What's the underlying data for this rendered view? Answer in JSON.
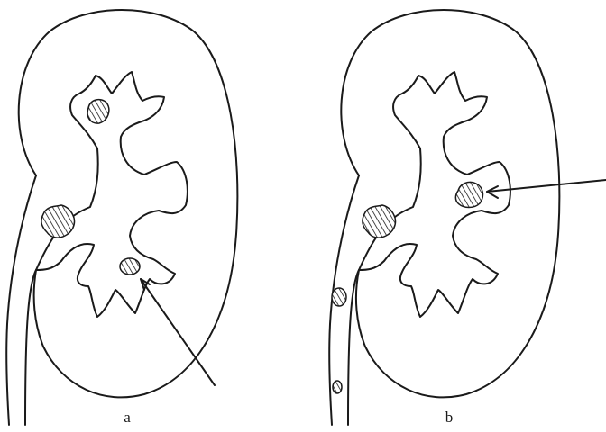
{
  "panels": [
    {
      "id": "a",
      "label": "a"
    },
    {
      "id": "b",
      "label": "b"
    }
  ],
  "colors": {
    "line": "#1a1a1a",
    "background": "#ffffff",
    "stone_hatch": "#1a1a1a"
  }
}
